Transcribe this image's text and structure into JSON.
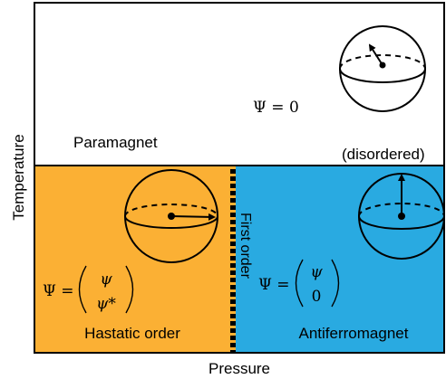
{
  "axes": {
    "x_label": "Pressure",
    "y_label": "Temperature"
  },
  "phase_boundary": {
    "label": "First order",
    "style": "dashed"
  },
  "regions": {
    "paramagnet": {
      "name": "Paramagnet",
      "order_parameter": "Ψ = 0",
      "note": "(disordered)",
      "color": "#ffffff"
    },
    "hastatic": {
      "name": "Hastatic order",
      "order_parameter_prefix": "Ψ =",
      "order_parameter_top": "ψ",
      "order_parameter_bottom": "ψ*",
      "color": "#FBB034"
    },
    "antiferromagnet": {
      "name": "Antiferromagnet",
      "order_parameter_prefix": "Ψ =",
      "order_parameter_top": "ψ",
      "order_parameter_bottom": "0",
      "color": "#29AAE1"
    }
  },
  "icons": [
    "bloch-sphere-icon-disordered",
    "bloch-sphere-icon-hastatic",
    "bloch-sphere-icon-antiferromagnet"
  ]
}
